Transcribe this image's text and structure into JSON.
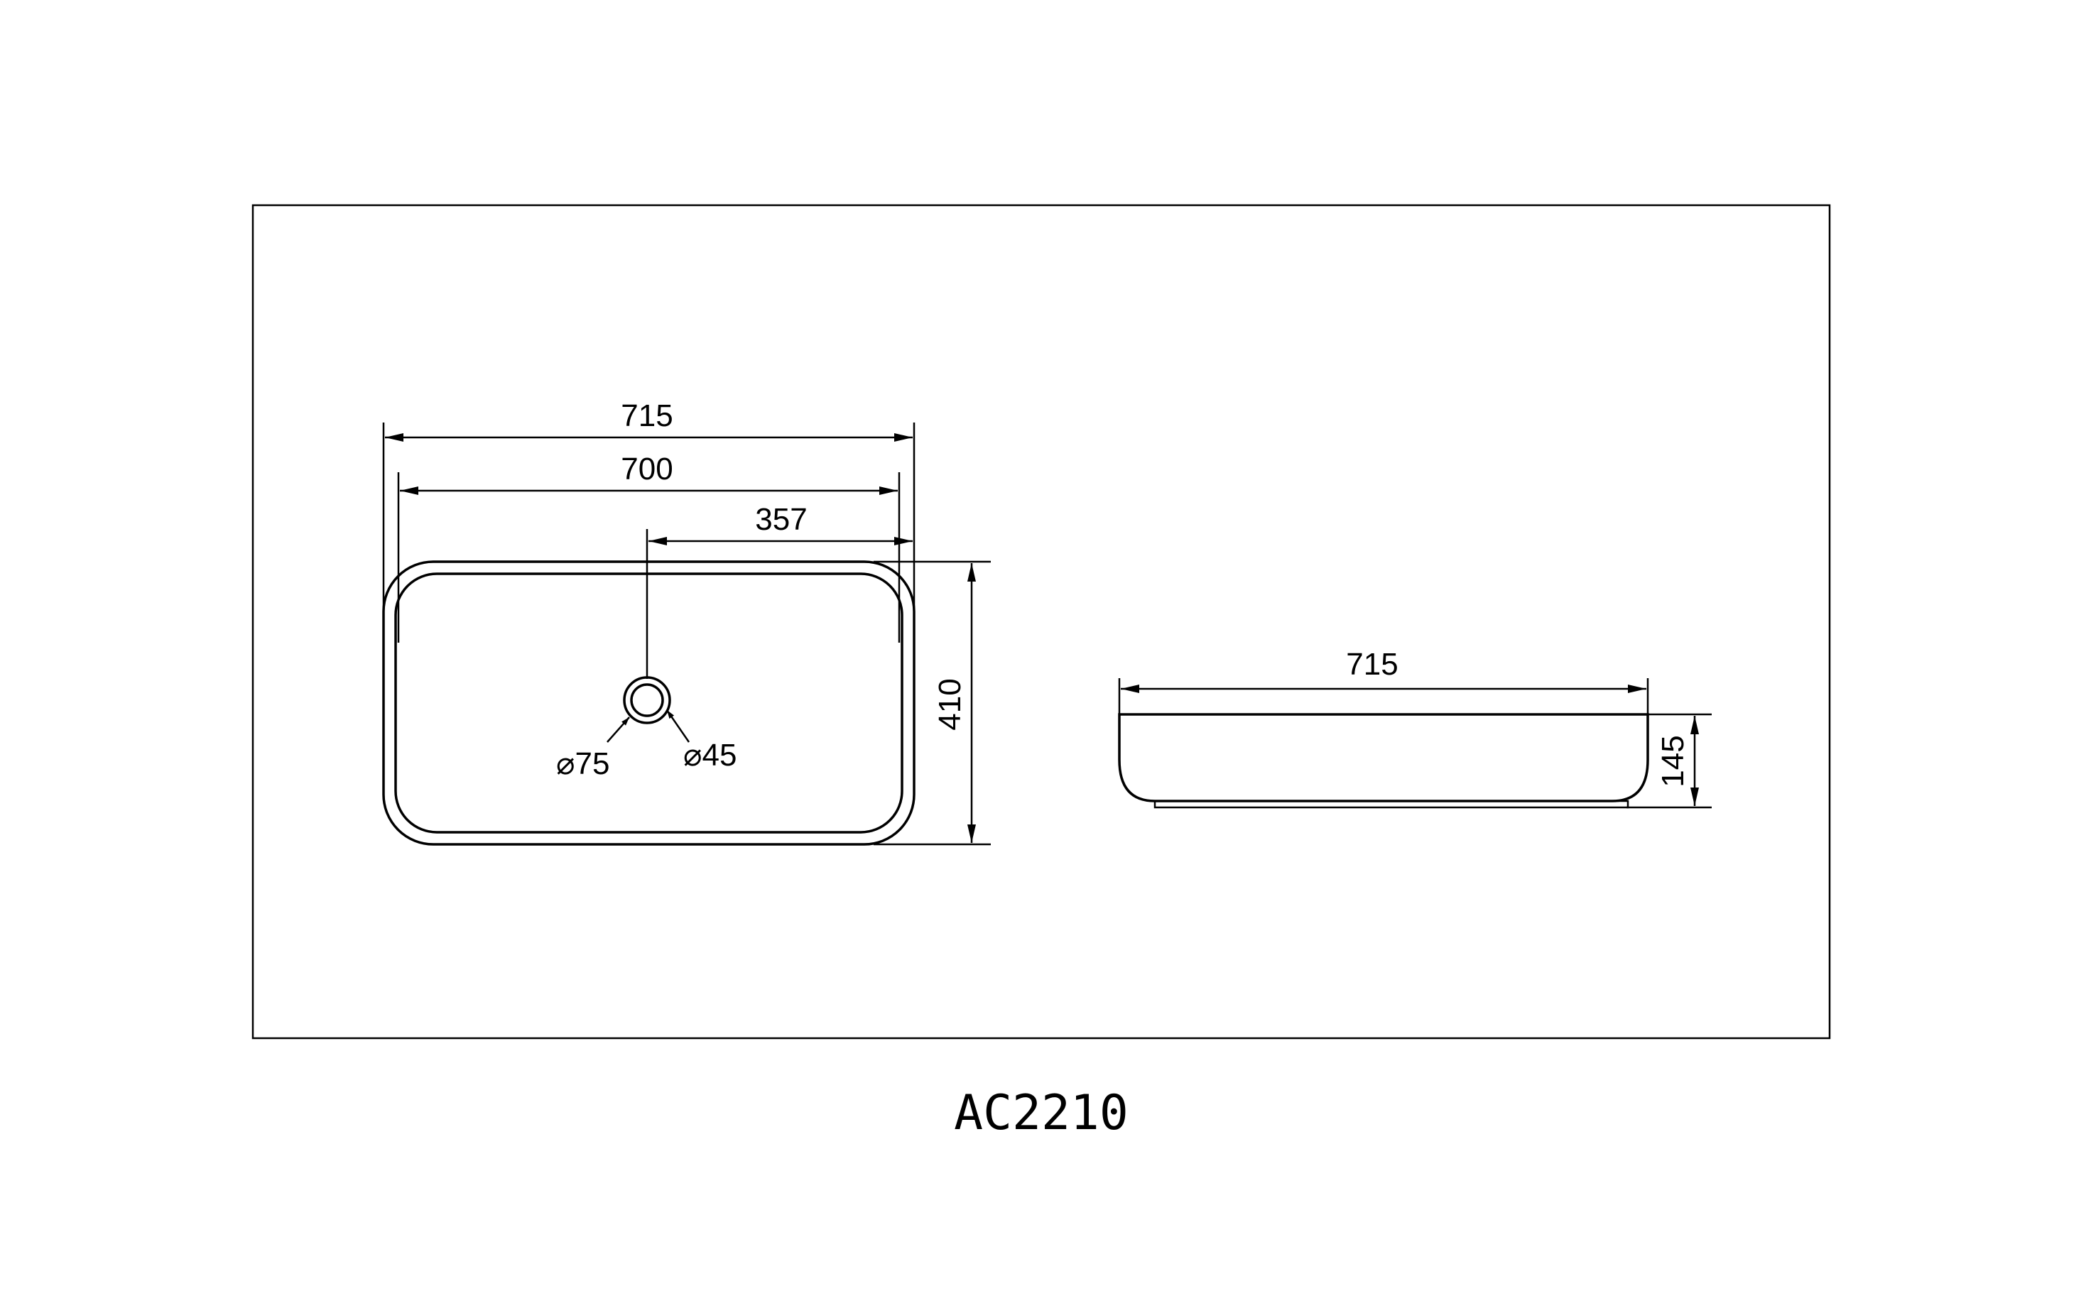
{
  "drawing": {
    "model": "AC2210",
    "top_view": {
      "overall_width": "715",
      "inner_width": "700",
      "drain_offset": "357",
      "depth": "410",
      "outer_drain_diameter": "75",
      "inner_drain_diameter": "45"
    },
    "side_view": {
      "overall_width": "715",
      "height": "145"
    },
    "diameter_symbol": "⌀"
  }
}
